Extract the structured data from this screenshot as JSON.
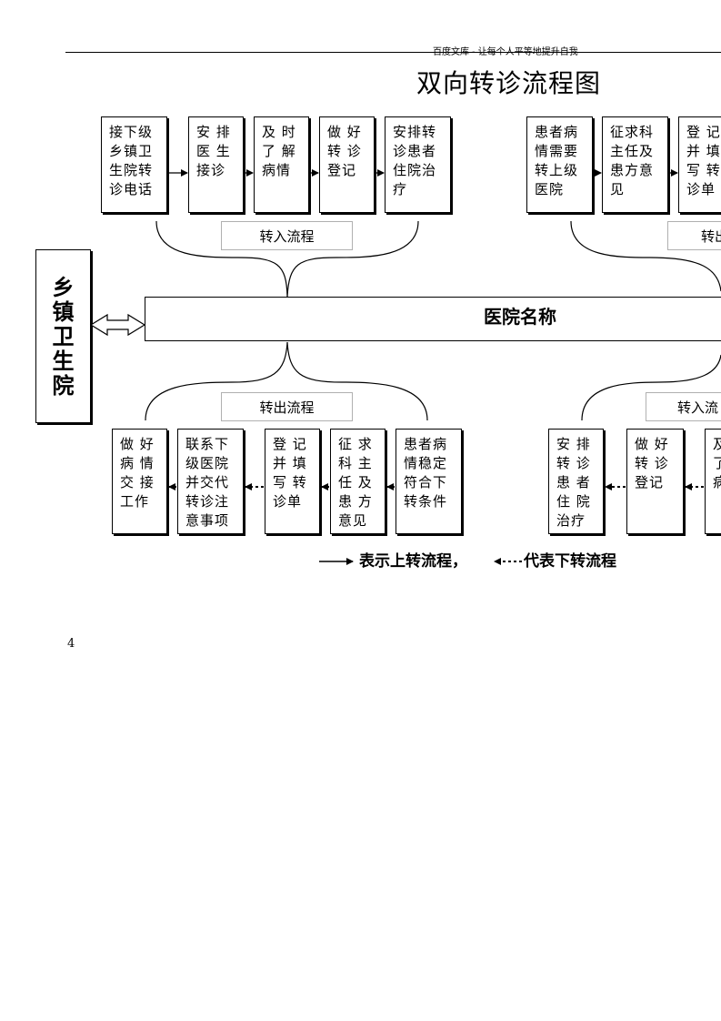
{
  "header": {
    "text": "百度文库 - 让每个人平等地提升自我"
  },
  "title": "双向转诊流程图",
  "township_label": "乡\n镇\n卫\n生\n院",
  "hospital_label": "医院名称",
  "top_left": {
    "label": "转入流程",
    "steps": [
      "接下级\n乡镇卫\n生院转\n诊电话",
      "安 排\n医 生\n接诊",
      "及 时\n了 解\n病情",
      "做 好\n转 诊\n登记",
      "安排转\n诊患者\n住院治\n疗"
    ]
  },
  "top_right": {
    "label": "转出",
    "steps": [
      "患者病\n情需要\n转上级\n医院",
      "征求科\n主任及\n患方意\n见",
      "登 记\n并 填\n写 转\n诊单"
    ]
  },
  "bottom_left": {
    "label": "转出流程",
    "steps": [
      "做 好\n病 情\n交 接\n工作",
      "联系下\n级医院\n并交代\n转诊注\n意事项",
      "登 记\n并 填\n写 转\n诊单",
      "征 求\n科 主\n任 及\n患 方\n意见",
      "患者病\n情稳定\n符合下\n转条件"
    ]
  },
  "bottom_right": {
    "label": "转入流",
    "steps": [
      "安 排\n转 诊\n患 者\n住 院\n治疗",
      "做 好\n转 诊\n登记",
      "及\n了\n病"
    ]
  },
  "legend": {
    "up_text": "表示上转流程，",
    "down_text": "代表下转流程"
  },
  "page_number": "4"
}
